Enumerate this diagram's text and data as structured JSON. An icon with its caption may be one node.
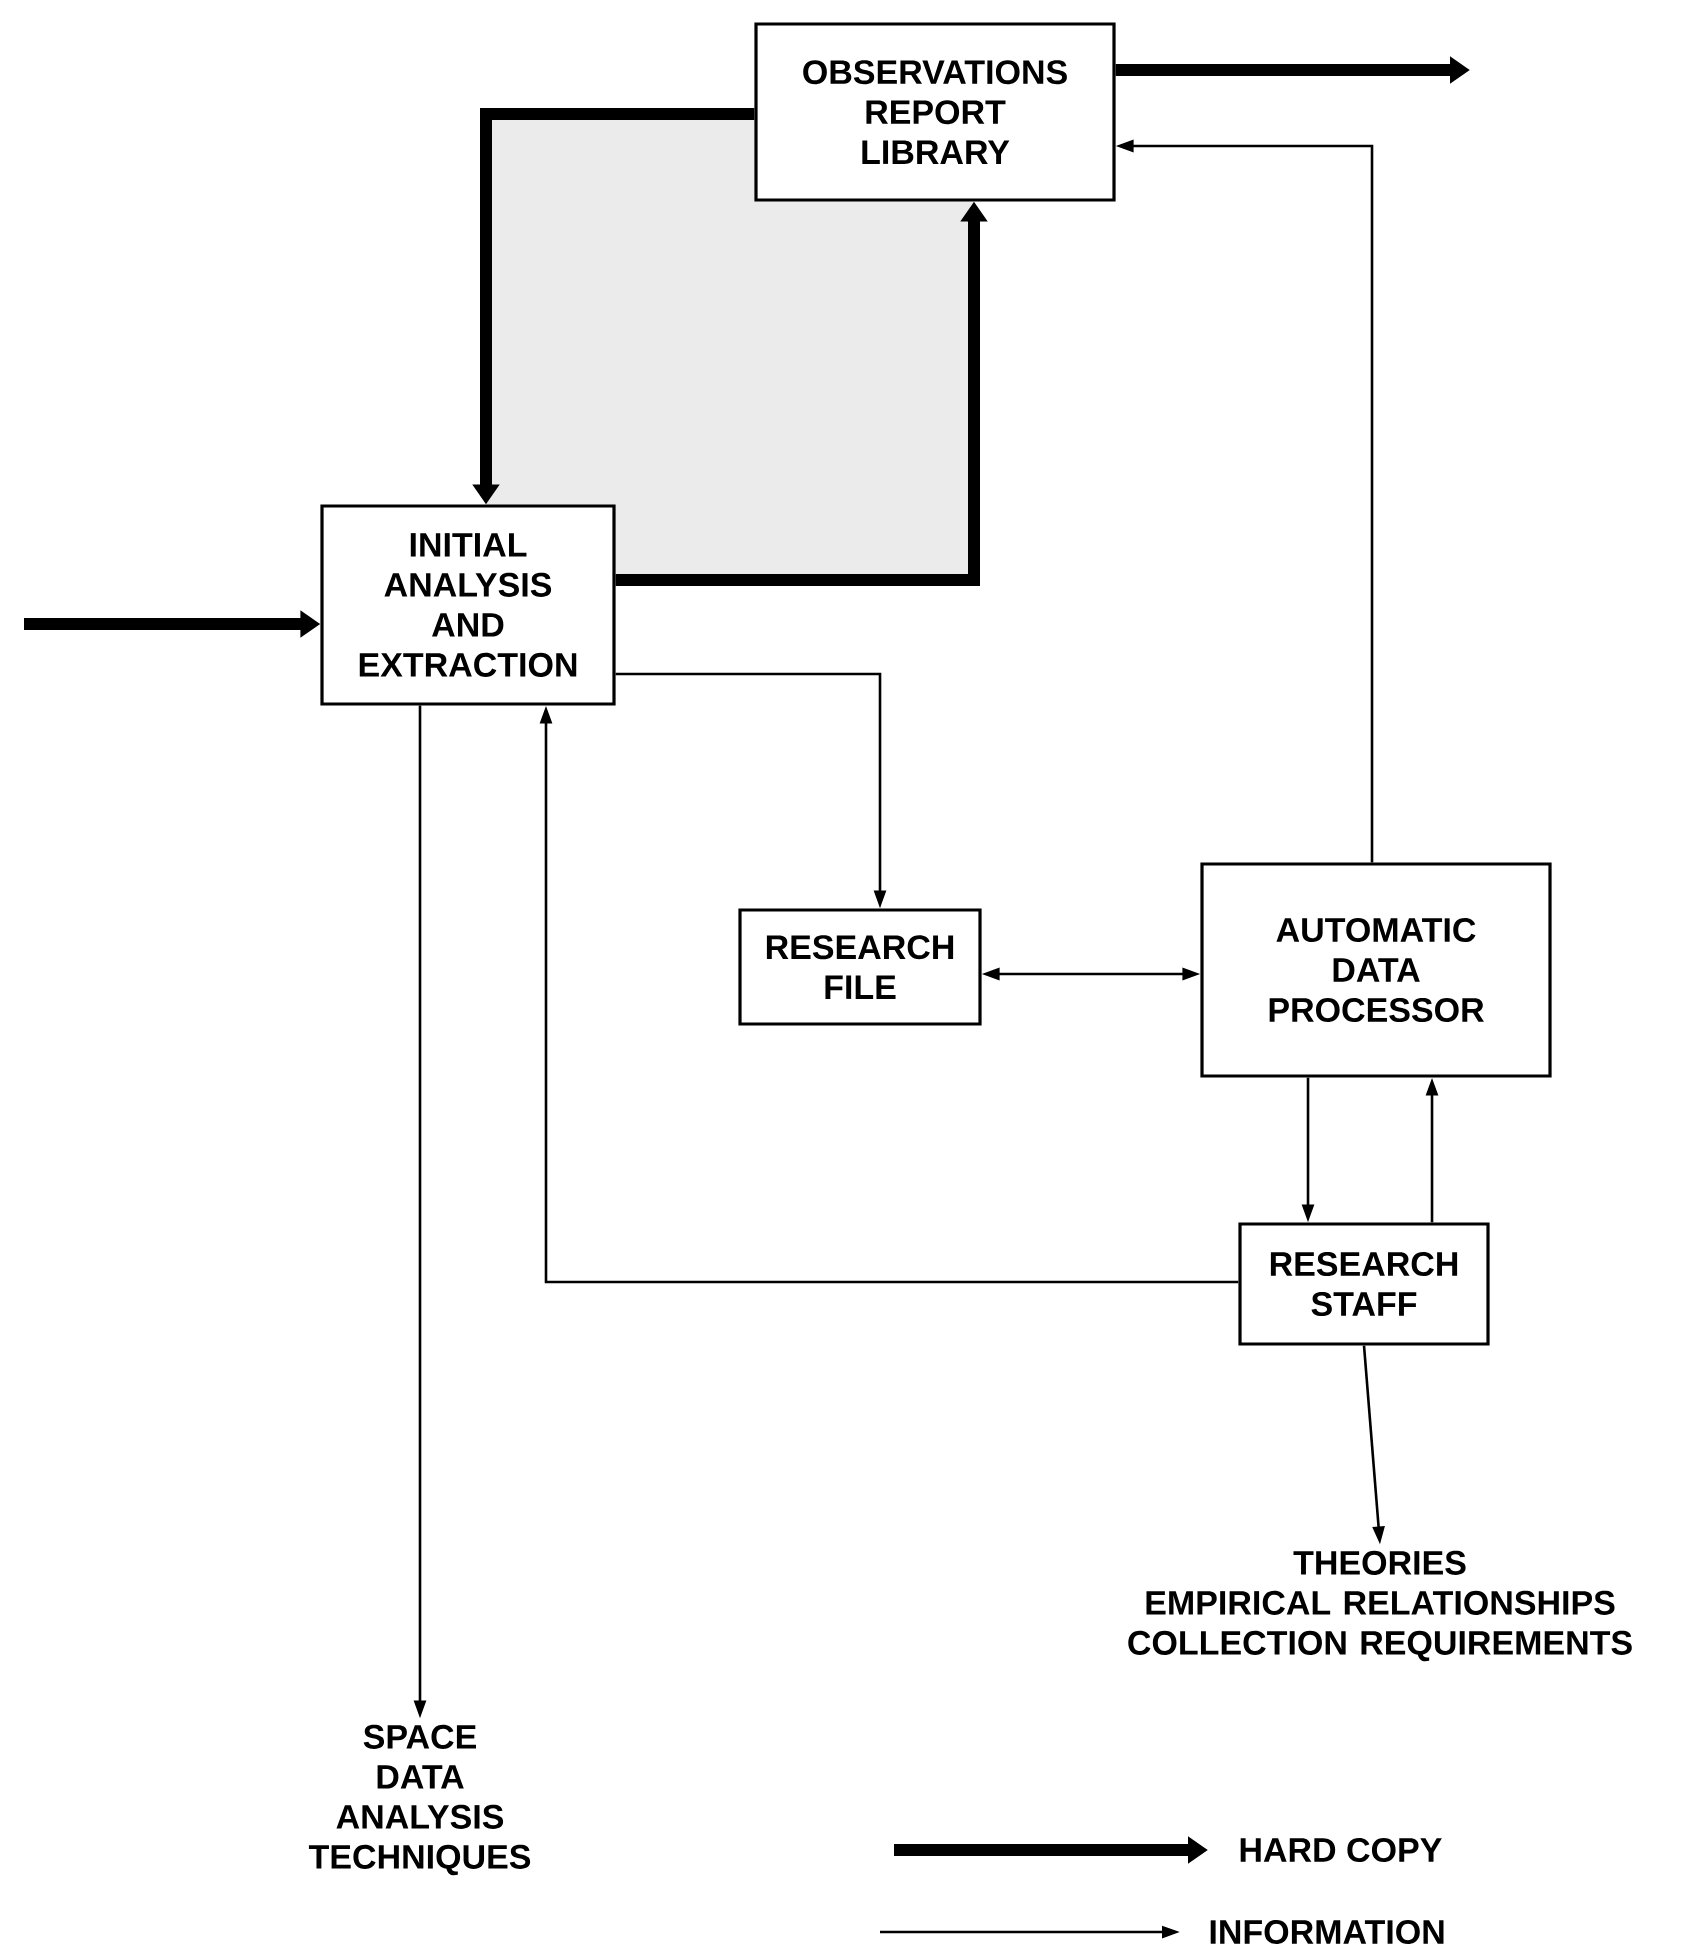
{
  "diagram": {
    "nodes": [
      {
        "text": [
          "OBSERVATIONS REPORT LIBRARY"
        ]
      },
      {
        "text": [
          "INITIAL ANALYSIS AND EXTRACTION"
        ]
      },
      {
        "text": [
          "RESEARCH FILE"
        ]
      },
      {
        "text": [
          "AUTOMATIC DATA PROCESSOR"
        ]
      },
      {
        "text": [
          "RESEARCH STAFF"
        ]
      },
      {
        "text": [
          "THEORIES",
          "EMPIRICAL RELATIONSHIPS",
          "COLLECTION REQUIREMENTS"
        ]
      },
      {
        "text": [
          "SPACE DATA ANALYSIS TECHNIQUES"
        ]
      }
    ],
    "edges": [
      {
        "from": null,
        "to": 1,
        "arrow": "to",
        "style": "thick"
      },
      {
        "from": 0,
        "to": null,
        "arrow": "to",
        "style": "thick"
      },
      {
        "from": 0,
        "to": 1,
        "arrow": "to",
        "style": "thick"
      },
      {
        "from": 1,
        "to": 0,
        "arrow": "to",
        "style": "thick"
      },
      {
        "from": 1,
        "to": 2,
        "arrow": "to"
      },
      {
        "from": 2,
        "to": 3,
        "arrow": "both"
      },
      {
        "from": 3,
        "to": 0,
        "arrow": "to"
      },
      {
        "from": 3,
        "to": 4,
        "arrow": "to"
      },
      {
        "from": 4,
        "to": 3,
        "arrow": "to"
      },
      {
        "from": 4,
        "to": 1,
        "arrow": "to"
      },
      {
        "from": 4,
        "to": 5,
        "arrow": "to"
      },
      {
        "from": 1,
        "to": 6,
        "arrow": "to"
      }
    ],
    "legend": [
      {
        "text": "HARD COPY"
      },
      {
        "text": "INFORMATION"
      }
    ]
  }
}
